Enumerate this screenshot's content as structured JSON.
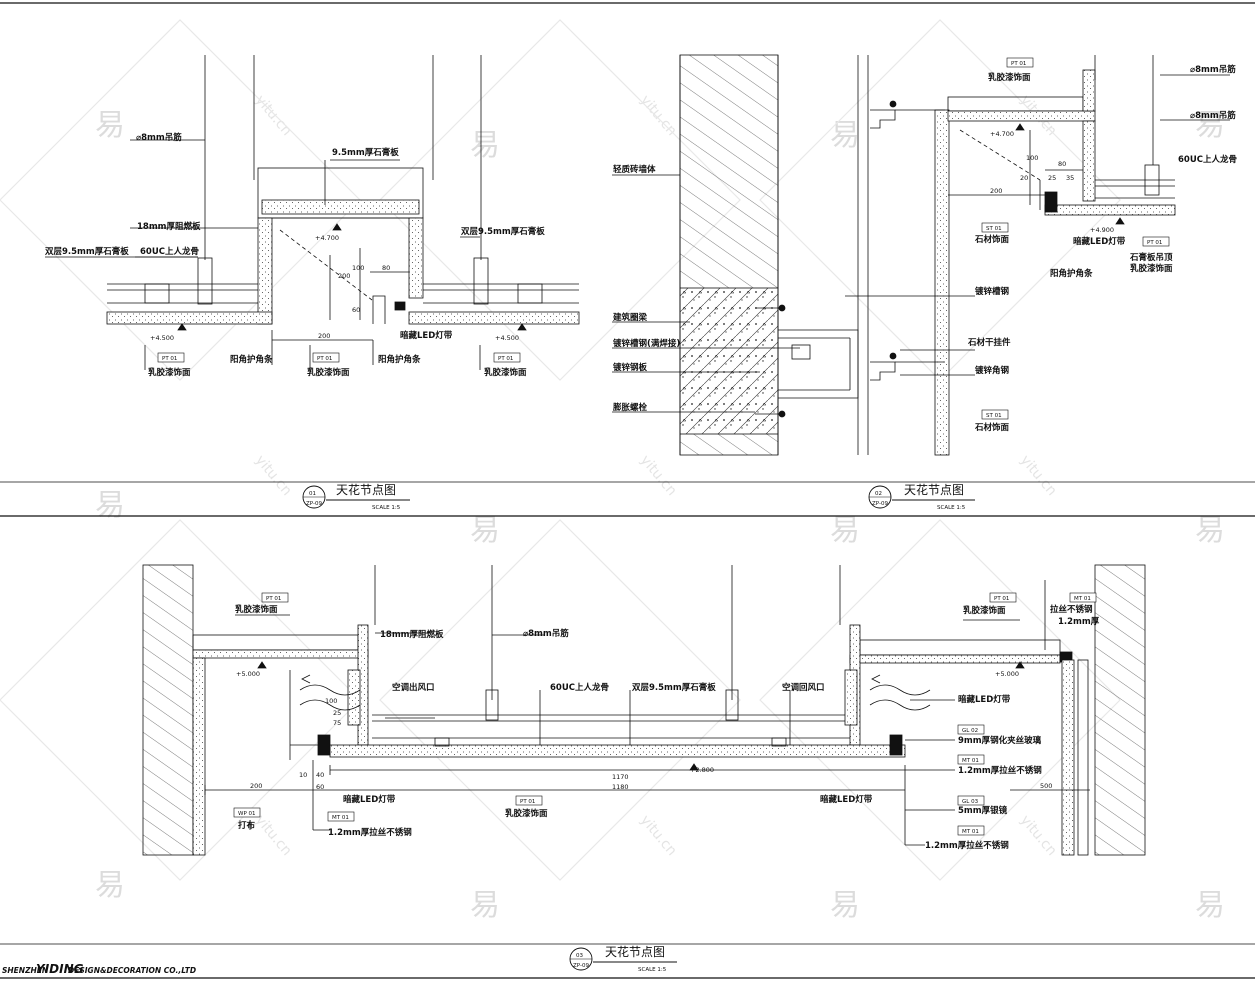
{
  "drawing_01": {
    "labels": {
      "rod": "⌀8mm吊筋",
      "gypsum_95": "9.5mm厚石膏板",
      "plywood_18": "18mm厚阻燃板",
      "double_gypsum_left": "双层9.5mm厚石膏板",
      "double_gypsum_right": "双层9.5mm厚石膏板",
      "keel_60uc": "60UC上人龙骨",
      "led": "暗藏LED灯带",
      "corner_guard_left": "阳角护角条",
      "corner_guard_right": "阳角护角条",
      "latex_1": "乳胶漆饰面",
      "latex_2": "乳胶漆饰面",
      "latex_3": "乳胶漆饰面"
    },
    "levels": {
      "upper": "+4.700",
      "lower_left": "+4.500",
      "lower_right": "+4.500"
    },
    "dims": {
      "d80": "80",
      "d200": "200",
      "d60": "60",
      "d100": "100",
      "d200h": "200"
    },
    "tags": {
      "t1": "PT 01",
      "t2": "PT 01",
      "t3": "PT 01"
    },
    "title": "天花节点图",
    "number": "01",
    "sheet": "ZP-09",
    "scale": "SCALE 1:5"
  },
  "drawing_02": {
    "labels": {
      "lightwall": "轻质砖墙体",
      "beam": "建筑圈梁",
      "steel_pipe": "镀锌槽钢(满焊接)",
      "steel_plate": "镀锌钢板",
      "bolt": "膨胀螺栓",
      "rod": "⌀8mm吊筋",
      "rod2": "⌀8mm吊筋",
      "latex": "乳胶漆饰面",
      "keel_60uc": "60UC上人龙骨",
      "stone_finish": "石材饰面",
      "led": "暗藏LED灯带",
      "stone_hang": "石膏板吊顶",
      "latex2": "乳胶漆饰面",
      "corner_guard": "阳角护角条",
      "galv_channel": "镀锌槽钢",
      "stone_hanger": "石材干挂件",
      "galv_angle": "镀锌角钢",
      "stone_finish2": "石材饰面"
    },
    "levels": {
      "upper": "+4.700",
      "lower": "+4.900"
    },
    "dims": {
      "d80": "80",
      "d200": "200",
      "d100": "100",
      "d20": "20",
      "d25": "25",
      "d35": "35"
    },
    "tags": {
      "t1": "PT 01",
      "t2": "ST 01",
      "t3": "PT 01",
      "t4": "ST 01"
    },
    "title": "天花节点图",
    "number": "02",
    "sheet": "ZP-09",
    "scale": "SCALE 1:5"
  },
  "drawing_03": {
    "labels": {
      "latex_l": "乳胶漆饰面",
      "plywood_18": "18mm厚阻燃板",
      "rod": "⌀8mm吊筋",
      "latex_r": "乳胶漆饰面",
      "ss_right": "拉丝不锈钢",
      "ss_right2": "1.2mm厚",
      "ac_out": "空调出风口",
      "keel_60uc": "60UC上人龙骨",
      "double_gypsum": "双层9.5mm厚石膏板",
      "ac_return": "空调回风口",
      "led_r": "暗藏LED灯带",
      "glass": "9mm厚钢化夹丝玻璃",
      "ss_brushed": "1.2mm厚拉丝不锈钢",
      "mirror": "5mm厚银镜",
      "ss_brushed2": "1.2mm厚拉丝不锈钢",
      "led_l": "暗藏LED灯带",
      "latex_c": "乳胶漆饰面",
      "led_c": "暗藏LED灯带",
      "paint": "打布",
      "ss_left": "1.2mm厚拉丝不锈钢"
    },
    "levels": {
      "left": "+5.000",
      "center": "+2.800",
      "right": "+5.000"
    },
    "dims": {
      "d200": "200",
      "d1170": "1170",
      "d1180": "1180",
      "d500": "500",
      "d100": "100",
      "d40": "40",
      "d60": "60",
      "d10": "10",
      "d25": "25",
      "d75": "75"
    },
    "tags": {
      "t1": "PT 01",
      "t2": "PT 01",
      "t3": "MT 01",
      "t4": "GL 02",
      "t5": "MT 01",
      "t6": "GL 03",
      "t7": "MT 01",
      "t8": "PT 01",
      "t9": "MT 01",
      "t10": "WP 01"
    },
    "title": "天花节点图",
    "number": "03",
    "sheet": "ZP-09",
    "scale": "SCALE 1:5"
  },
  "firm": {
    "prefix": "SHENZHEN",
    "name": "YIDING",
    "suffix": "DESIGN&DECORATION CO.,LTD"
  },
  "watermarks": {
    "glyph": "易",
    "site": "yitu.cn"
  }
}
